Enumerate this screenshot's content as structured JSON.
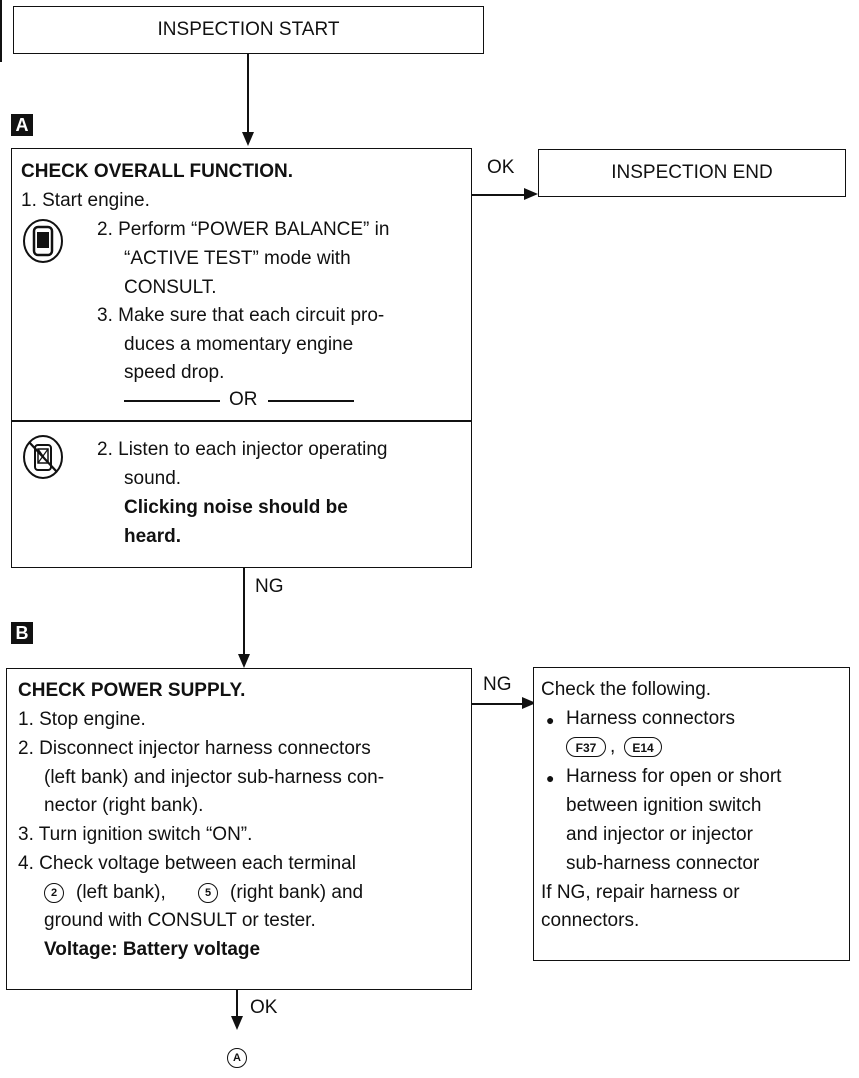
{
  "start_box": {
    "label": "INSPECTION START"
  },
  "end_box": {
    "label": "INSPECTION END"
  },
  "step_a": {
    "marker": "A",
    "title": "CHECK OVERALL FUNCTION.",
    "ok_label": "OK",
    "ng_label": "NG",
    "line1": "1. Start engine.",
    "consult_lines": [
      "2. Perform “POWER BALANCE” in",
      "“ACTIVE TEST” mode with",
      "CONSULT.",
      "3. Make sure that each circuit pro-",
      "duces a momentary engine",
      "speed drop."
    ],
    "or_label": "OR",
    "no_consult_lines": [
      "2. Listen to each injector operating",
      "sound."
    ],
    "bold_lines": [
      "Clicking noise should be",
      "heard."
    ]
  },
  "step_b": {
    "marker": "B",
    "title": "CHECK POWER SUPPLY.",
    "ng_label": "NG",
    "ok_label": "OK",
    "lines": [
      "1. Stop engine.",
      "2. Disconnect injector harness connectors",
      "(left bank) and injector sub-harness con-",
      "nector (right bank).",
      "3. Turn ignition switch “ON”.",
      "4. Check voltage between each terminal",
      "(left bank),",
      "(right bank) and",
      "ground with CONSULT or tester."
    ],
    "terminal_2": "2",
    "terminal_5": "5",
    "bold_line": "Voltage: Battery voltage"
  },
  "check_box": {
    "line1": "Check the following.",
    "bullet1": "Harness connectors",
    "connector1": "F37",
    "comma": ",",
    "connector2": "E14",
    "bullet2_lines": [
      "Harness for open or short",
      "between ignition switch",
      "and injector or injector",
      "sub-harness connector"
    ],
    "footer_lines": [
      "If NG, repair harness or",
      "connectors."
    ]
  },
  "next_ref": "A"
}
